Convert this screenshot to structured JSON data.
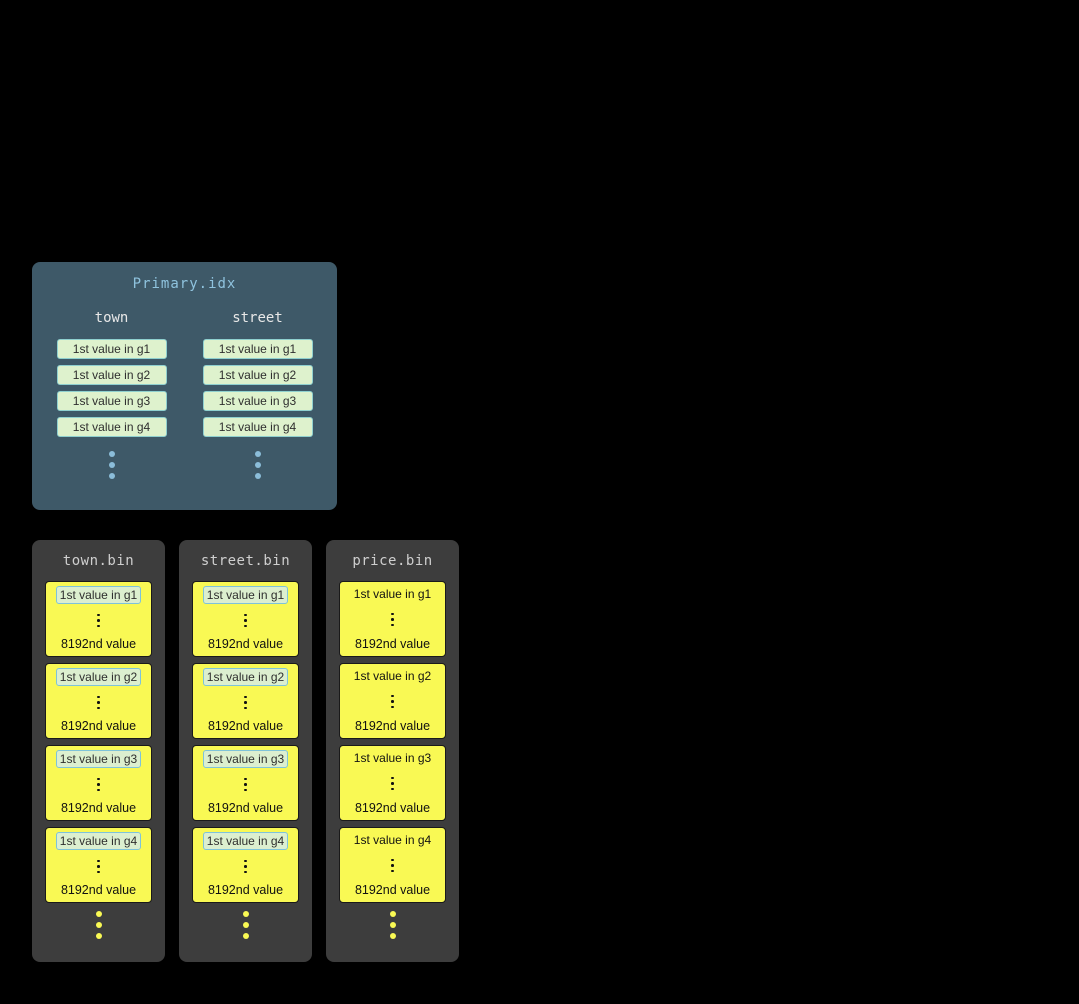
{
  "primary_index": {
    "title": "Primary.idx",
    "columns": [
      {
        "name": "town",
        "entries": [
          "1st value in g1",
          "1st value in g2",
          "1st value in g3",
          "1st value in g4"
        ]
      },
      {
        "name": "street",
        "entries": [
          "1st value in g1",
          "1st value in g2",
          "1st value in g3",
          "1st value in g4"
        ]
      }
    ]
  },
  "bin_files": [
    {
      "title": "town.bin",
      "first_values_highlighted": true,
      "granules": [
        {
          "first": "1st value in g1",
          "last": "8192nd value"
        },
        {
          "first": "1st value in g2",
          "last": "8192nd value"
        },
        {
          "first": "1st value in g3",
          "last": "8192nd value"
        },
        {
          "first": "1st value in g4",
          "last": "8192nd value"
        }
      ]
    },
    {
      "title": "street.bin",
      "first_values_highlighted": true,
      "granules": [
        {
          "first": "1st value in g1",
          "last": "8192nd value"
        },
        {
          "first": "1st value in g2",
          "last": "8192nd value"
        },
        {
          "first": "1st value in g3",
          "last": "8192nd value"
        },
        {
          "first": "1st value in g4",
          "last": "8192nd value"
        }
      ]
    },
    {
      "title": "price.bin",
      "first_values_highlighted": false,
      "granules": [
        {
          "first": "1st value in g1",
          "last": "8192nd value"
        },
        {
          "first": "1st value in g2",
          "last": "8192nd value"
        },
        {
          "first": "1st value in g3",
          "last": "8192nd value"
        },
        {
          "first": "1st value in g4",
          "last": "8192nd value"
        }
      ]
    }
  ],
  "colors": {
    "background": "#000000",
    "primary_panel": "#3e5968",
    "primary_title_text": "#8fc3de",
    "index_entry_bg": "#def2cd",
    "index_entry_border": "#8fd0cf",
    "bin_panel": "#3d3d3d",
    "granule_bg": "#f9f954",
    "ellipsis_blue": "#8bbdd9",
    "ellipsis_yellow": "#f9f954"
  }
}
